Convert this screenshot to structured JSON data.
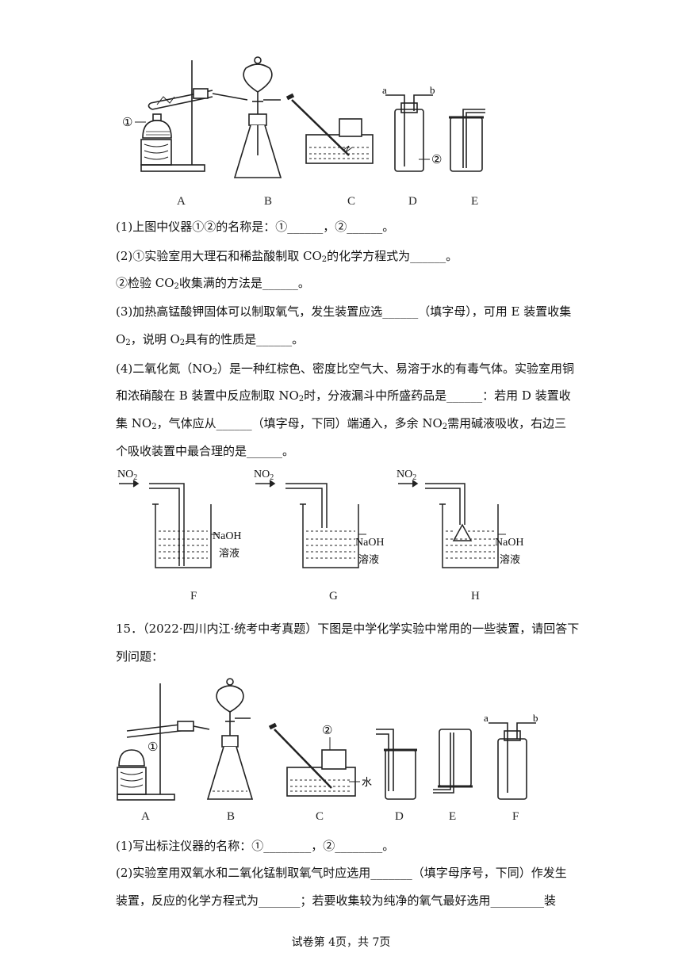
{
  "figure1": {
    "labels": [
      "A",
      "B",
      "C",
      "D",
      "E"
    ],
    "marker_1": "①",
    "marker_2": "②",
    "port_a": "a",
    "port_b": "b"
  },
  "q14": {
    "p1": "(1)上图中仪器①②的名称是：①______，②______。",
    "p2a": "(2)①实验室用大理石和稀盐酸制取 CO",
    "p2b": "的化学方程式为______。",
    "p3": "②检验 CO",
    "p3b": "收集满的方法是______。",
    "p4": "(3)加热高锰酸钾固体可以制取氧气，发生装置应选______（填字母），可用 E 装置收集",
    "p5a": "O",
    "p5b": "，说明 O",
    "p5c": "具有的性质是______。",
    "p6a": "(4)二氧化氮（NO",
    "p6b": "）是一种红棕色、密度比空气大、易溶于水的有毒气体。实验室用铜",
    "p7a": "和浓硝酸在 B 装置中反应制取 NO",
    "p7b": "时，分液漏斗中所盛药品是______：若用 D 装置收",
    "p8a": "集 NO",
    "p8b": "，气体应从______（填字母，下同）端通入，多余 NO",
    "p8c": "需用碱液吸收，右边三",
    "p9": "个吸收装置中最合理的是______。",
    "sub2": "2"
  },
  "figure2": {
    "gas": "NO",
    "gas_sub": "2",
    "reagent": "NaOH",
    "solution": "溶液",
    "labels": [
      "F",
      "G",
      "H"
    ]
  },
  "q15": {
    "p1": "15．（2022·四川内江·统考中考真题）下图是中学化学实验中常用的一些装置，请回答下",
    "p2": "列问题："
  },
  "figure3": {
    "labels": [
      "A",
      "B",
      "C",
      "D",
      "E",
      "F"
    ],
    "marker_1": "①",
    "marker_2": "②",
    "water": "水",
    "port_a": "a",
    "port_b": "b"
  },
  "q15_questions": {
    "p1": "(1)写出标注仪器的名称：①________，②________。",
    "p2": "(2)实验室用双氧水和二氧化锰制取氧气时应选用_______（填字母序号，下同）作发生",
    "p3": "装置，反应的化学方程式为_______；若要收集较为纯净的氧气最好选用_________装"
  },
  "footer": "试卷第 4页，共 7页"
}
